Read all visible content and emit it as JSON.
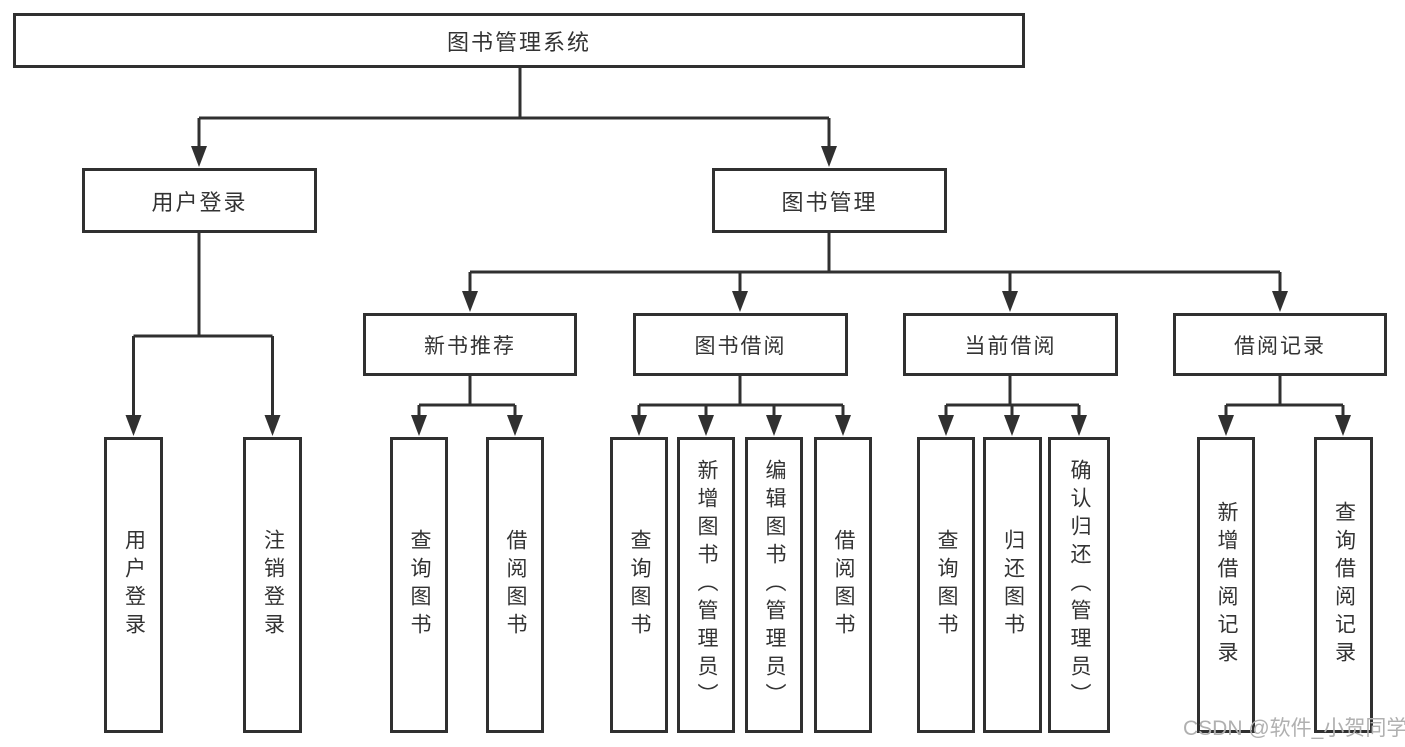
{
  "diagram": {
    "title": "图书管理系统",
    "branches": [
      {
        "label": "用户登录",
        "children": [
          {
            "label": "用户登录"
          },
          {
            "label": "注销登录"
          }
        ]
      },
      {
        "label": "图书管理",
        "children": [
          {
            "label": "新书推荐",
            "children": [
              {
                "label": "查询图书"
              },
              {
                "label": "借阅图书"
              }
            ]
          },
          {
            "label": "图书借阅",
            "children": [
              {
                "label": "查询图书"
              },
              {
                "label": "新增图书（管理员）"
              },
              {
                "label": "编辑图书（管理员）"
              },
              {
                "label": "借阅图书"
              }
            ]
          },
          {
            "label": "当前借阅",
            "children": [
              {
                "label": "查询图书"
              },
              {
                "label": "归还图书"
              },
              {
                "label": "确认归还（管理员）"
              }
            ]
          },
          {
            "label": "借阅记录",
            "children": [
              {
                "label": "新增借阅记录"
              },
              {
                "label": "查询借阅记录"
              }
            ]
          }
        ]
      }
    ]
  },
  "watermark": "CSDN @软件_小贺同学",
  "colors": {
    "line": "#303030",
    "text": "#333333",
    "watermark_text": "#b0b0b0",
    "background": "#ffffff"
  }
}
